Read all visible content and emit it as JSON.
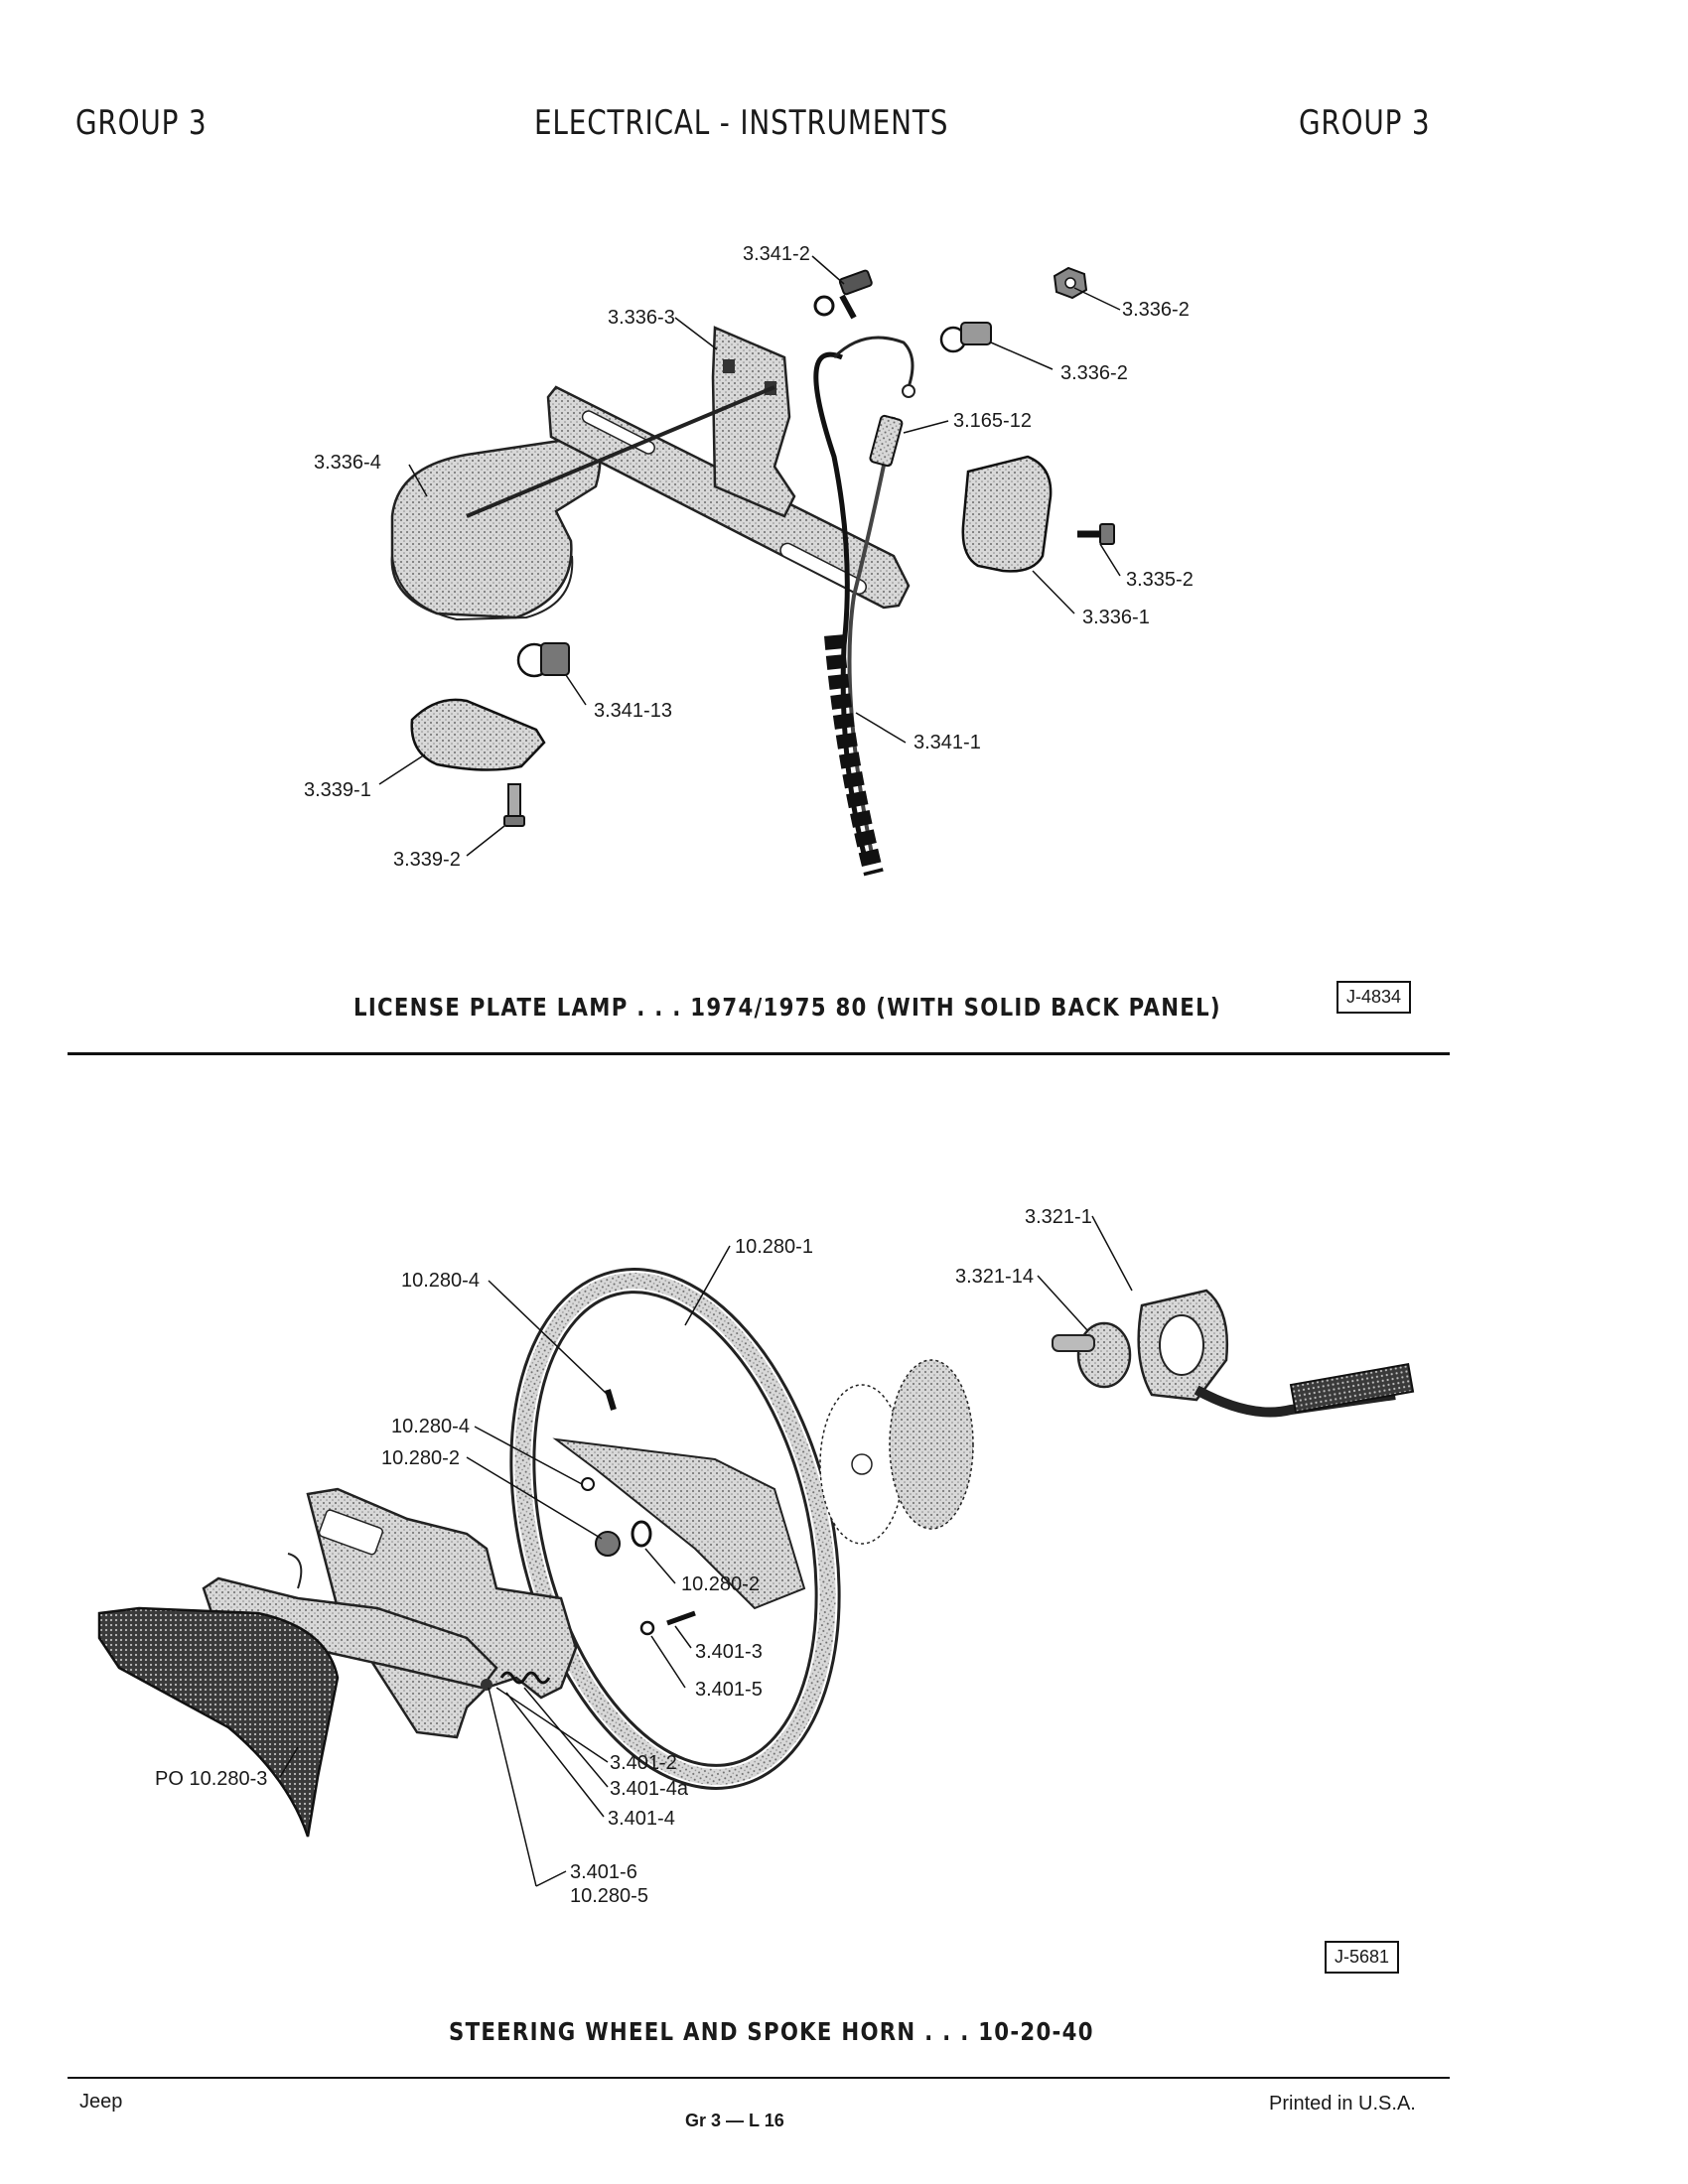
{
  "header": {
    "left": "GROUP 3",
    "center": "ELECTRICAL - INSTRUMENTS",
    "right": "GROUP 3"
  },
  "figure1": {
    "caption": "LICENSE PLATE LAMP . . . 1974/1975 80 (WITH SOLID BACK PANEL)",
    "code": "J-4834",
    "labels": [
      "3.341-2",
      "3.336-3",
      "3.336-2",
      "3.336-2",
      "3.165-12",
      "3.336-4",
      "3.335-2",
      "3.336-1",
      "3.341-13",
      "3.341-1",
      "3.339-1",
      "3.339-2"
    ]
  },
  "figure2": {
    "caption": "STEERING WHEEL AND SPOKE HORN . . . 10-20-40",
    "code": "J-5681",
    "labels": [
      "10.280-1",
      "10.280-4",
      "3.321-1",
      "3.321-14",
      "10.280-4",
      "10.280-2",
      "10.280-2",
      "3.401-3",
      "3.401-5",
      "3.401-2",
      "3.401-4a",
      "3.401-4",
      "PO 10.280-3",
      "3.401-6",
      "10.280-5"
    ]
  },
  "footer": {
    "left": "Jeep",
    "center": "Gr 3 — L 16",
    "right": "Printed in U.S.A."
  }
}
